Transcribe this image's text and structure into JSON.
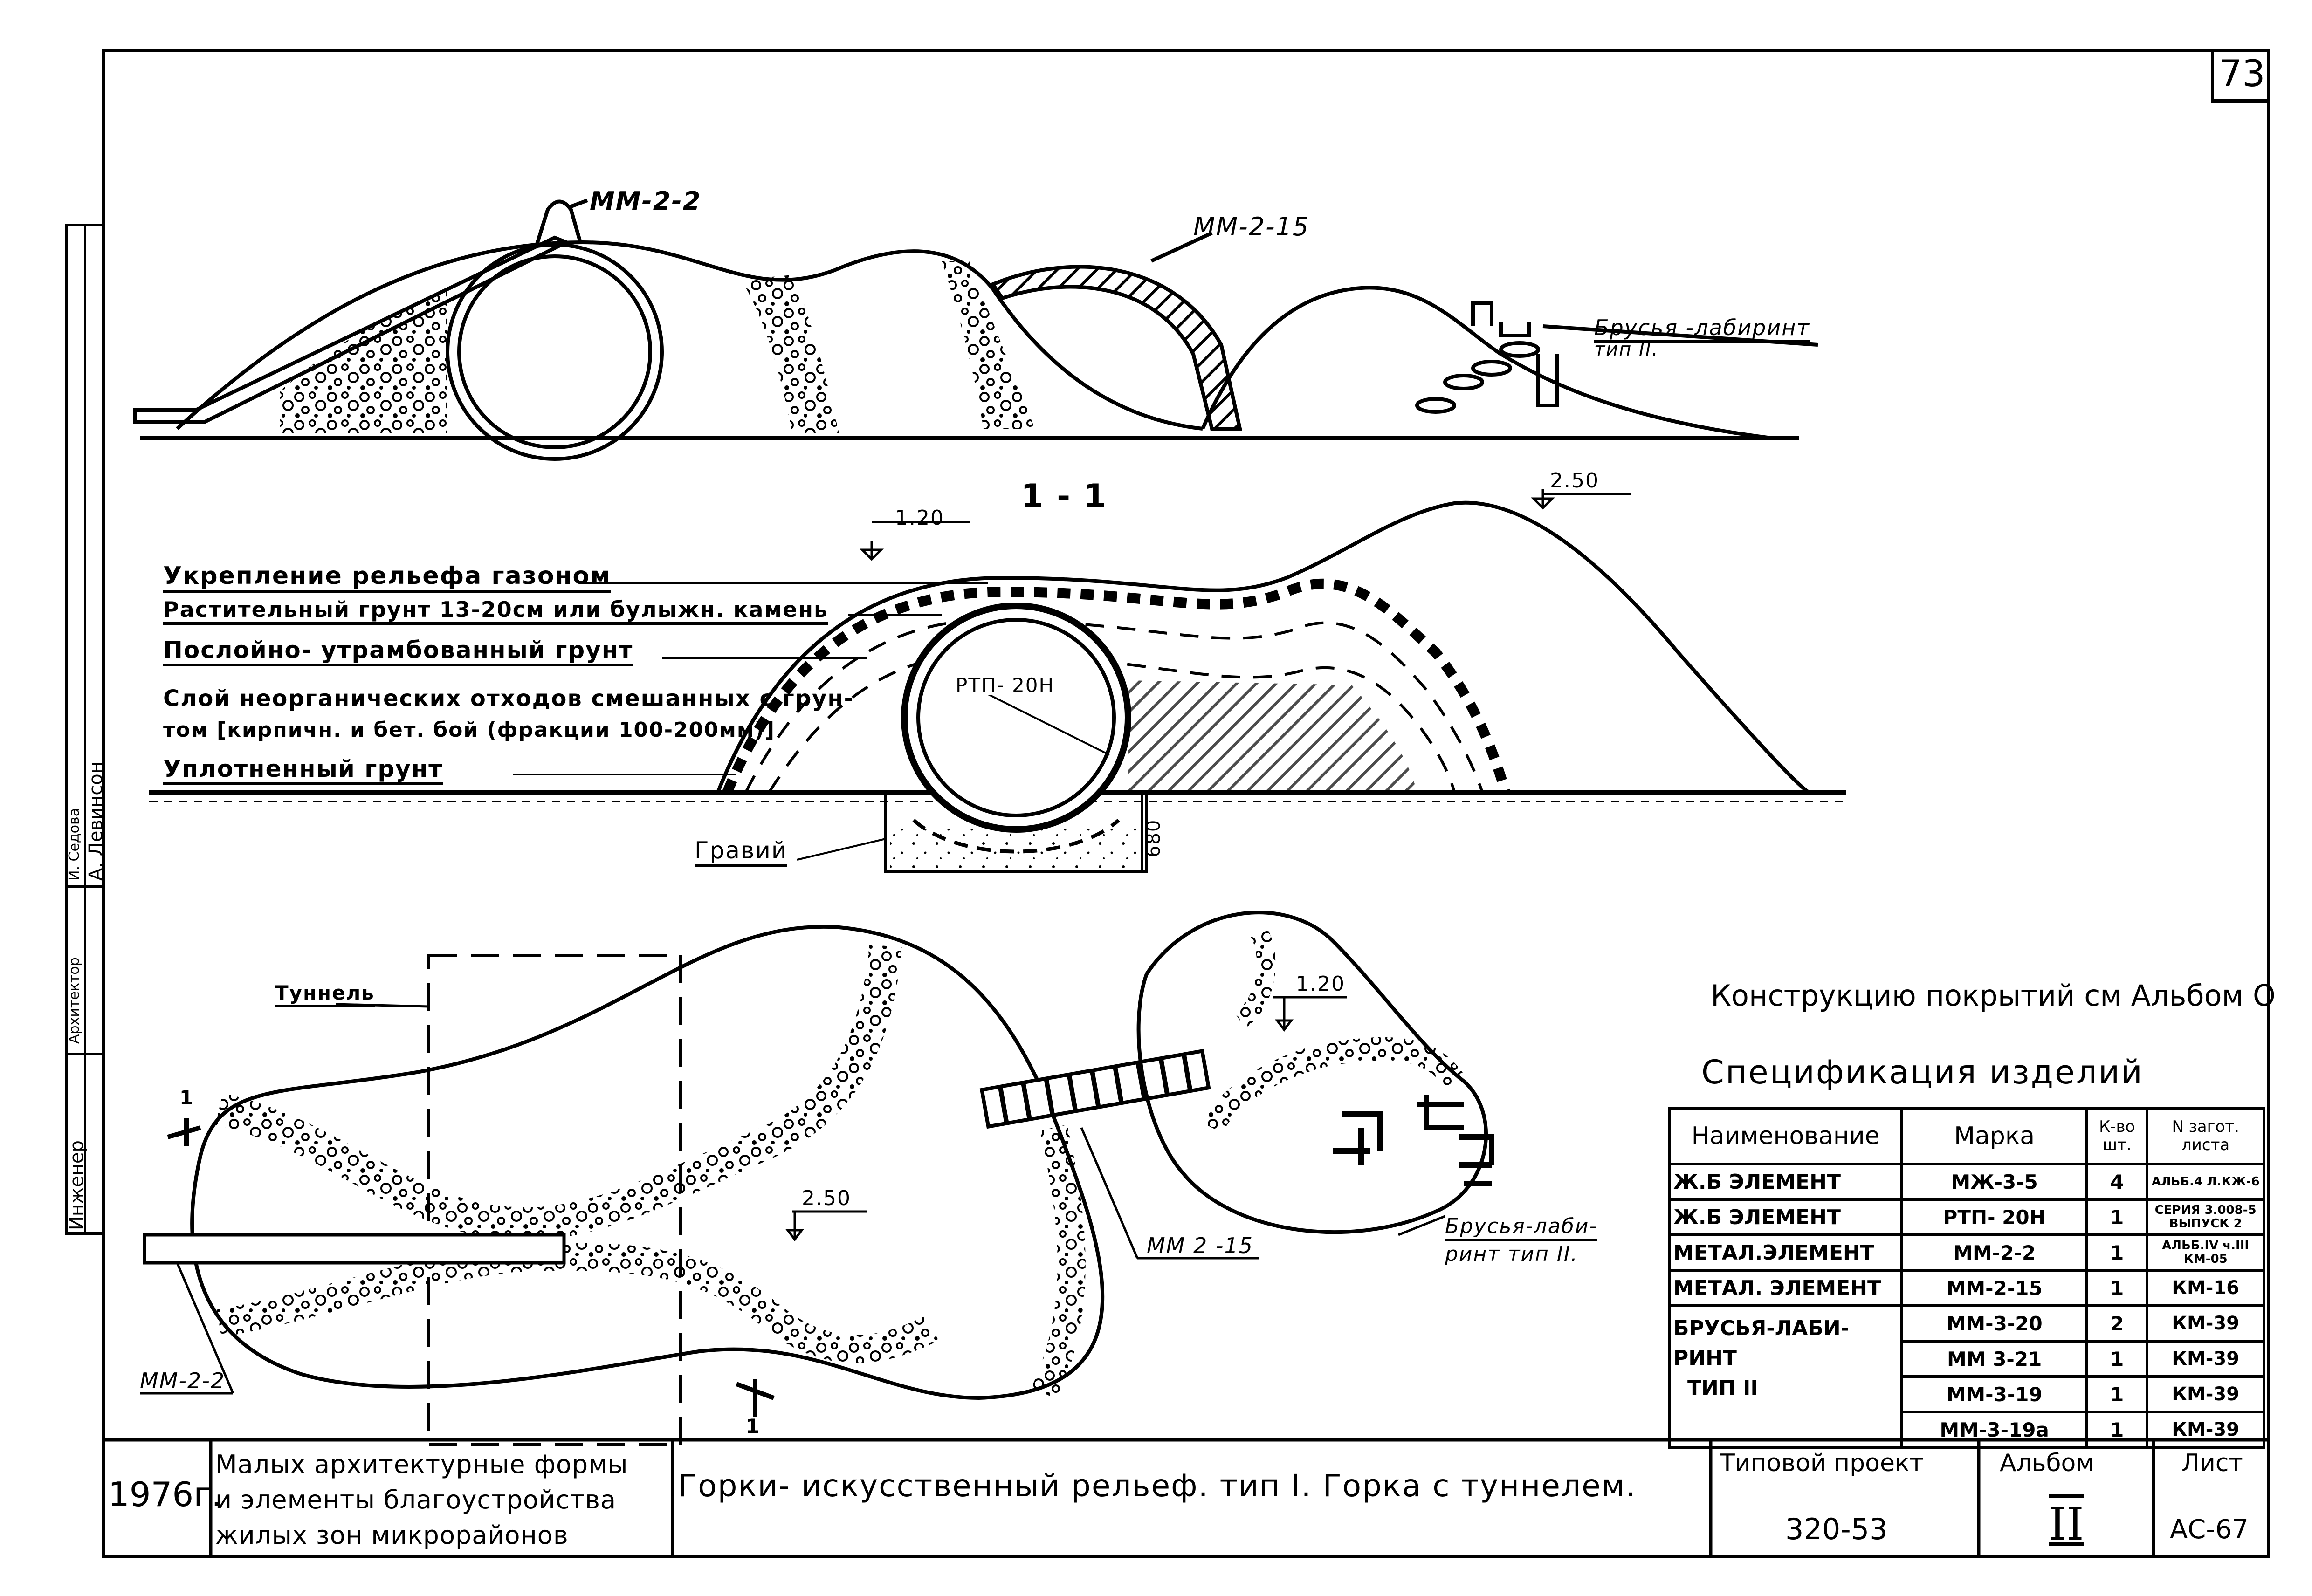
{
  "sheet_number": "73",
  "drawing": {
    "elevation_labels": {
      "slide_ref": "ММ-2-2",
      "bridge_ref": "ММ-2-15",
      "labyrinth": "Брусья -лабиринт",
      "labyrinth_type": "тип II."
    },
    "section": {
      "title": "1 - 1",
      "level_left": "1.20",
      "level_right": "2.50",
      "pipe_label": "РТП- 20Н",
      "depth": "680",
      "gravel": "Гравий",
      "layers": [
        "Укрепление рельефа газоном",
        "Растительный грунт 13-20см или булыжн. камень",
        "Послойно- утрамбованный грунт",
        "Слой неорганических отходов смешанных с грун-",
        "том [кирпичн. и бет. бой (фракции 100-200мм)]",
        "Уплотненный грунт"
      ]
    },
    "plan": {
      "tunnel": "Туннель",
      "section_mark": "1",
      "level_center": "2.50",
      "level_small": "1.20",
      "slide_ref": "ММ-2-2",
      "bridge_ref": "ММ 2 -15",
      "labyrinth": "Брусья-лаби-",
      "labyrinth_2": "ринт тип II."
    }
  },
  "coverings_note": "Конструкцию покрытий см Альбом О",
  "specification": {
    "title": "Спецификация изделий",
    "headers": {
      "name": "Наименование",
      "mark": "Марка",
      "qty": "К-во шт.",
      "sheet": "N загот. листа"
    },
    "rows": [
      {
        "name": "Ж.Б ЭЛЕМЕНТ",
        "mark": "МЖ-3-5",
        "qty": "4",
        "sheet": "АЛЬБ.4 Л.КЖ-6"
      },
      {
        "name": "Ж.Б ЭЛЕМЕНТ",
        "mark": "РТП- 20Н",
        "qty": "1",
        "sheet": "СЕРИЯ 3.008-5 ВЫПУСК 2"
      },
      {
        "name": "МЕТАЛ.ЭЛЕМЕНТ",
        "mark": "ММ-2-2",
        "qty": "1",
        "sheet": "АЛЬБ.IV ч.III КМ-05"
      },
      {
        "name": "МЕТАЛ. ЭЛЕМЕНТ",
        "mark": "ММ-2-15",
        "qty": "1",
        "sheet": "КМ-16"
      }
    ],
    "group": {
      "name_1": "БРУСЬЯ-ЛАБИ-",
      "name_2": "РИНТ",
      "name_3": "ТИП II",
      "rows": [
        {
          "mark": "ММ-3-20",
          "qty": "2",
          "sheet": "КМ-39"
        },
        {
          "mark": "ММ 3-21",
          "qty": "1",
          "sheet": "КМ-39"
        },
        {
          "mark": "ММ-3-19",
          "qty": "1",
          "sheet": "КМ-39"
        },
        {
          "mark": "ММ-3-19а",
          "qty": "1",
          "sheet": "КМ-39"
        }
      ]
    }
  },
  "title_block": {
    "year": "1976г.",
    "album_line_1": "Малых архитектурные формы",
    "album_line_2": "и элементы благоустройства",
    "album_line_3": "жилых зон микрорайонов",
    "drawing_title": "Горки- искусственный рельеф. тип I. Горка с туннелем.",
    "project_label": "Типовой проект",
    "project_number": "320-53",
    "album_label": "Альбом",
    "album_number": "II",
    "sheet_label": "Лист",
    "sheet_code": "АС-67"
  },
  "side_stamp": {
    "role_1": "Инженер",
    "role_2": "Архитектор",
    "name_1": "А. Левинсон",
    "name_2": "И. Седова"
  }
}
